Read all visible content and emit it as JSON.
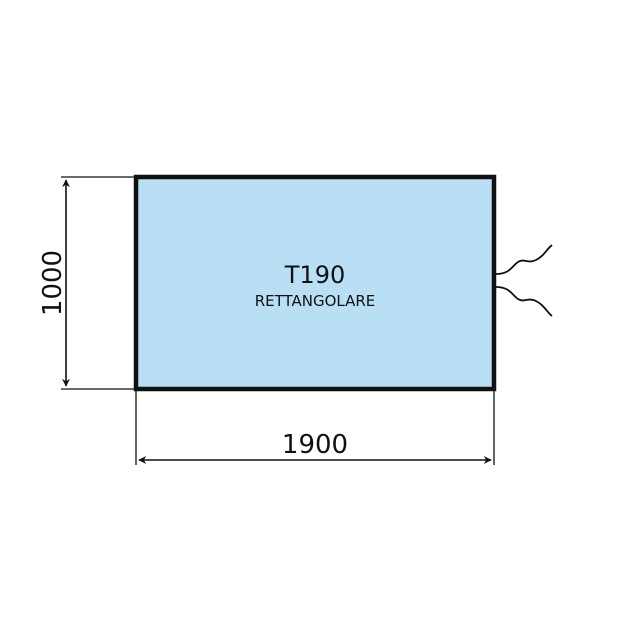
{
  "shape": {
    "model": "T190",
    "type": "RETTANGOLARE",
    "fill_color": "#b9dff5",
    "border_color": "#111111"
  },
  "dimensions": {
    "width": "1900",
    "height": "1000"
  },
  "icons": {
    "cable": "cable-wires-icon"
  }
}
